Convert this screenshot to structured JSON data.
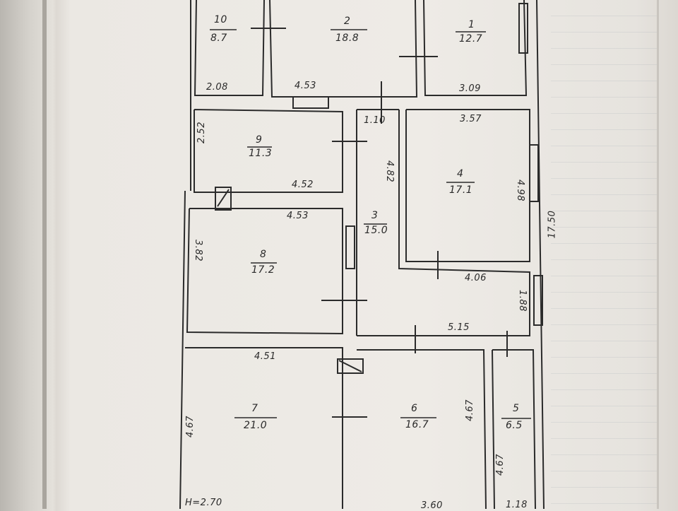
{
  "rooms": [
    {
      "number": "10",
      "area": "8.7"
    },
    {
      "number": "2",
      "area": "18.8"
    },
    {
      "number": "1",
      "area": "12.7"
    },
    {
      "number": "9",
      "area": "11.3"
    },
    {
      "number": "3",
      "area": "15.0"
    },
    {
      "number": "4",
      "area": "17.1"
    },
    {
      "number": "8",
      "area": "17.2"
    },
    {
      "number": "7",
      "area": "21.0"
    },
    {
      "number": "6",
      "area": "16.7"
    },
    {
      "number": "5",
      "area": "6.5"
    }
  ],
  "dimensions": {
    "room10_width": "2.08",
    "room2_width": "4.53",
    "room1_width": "3.09",
    "corridor_width": "1.10",
    "room4_width": "3.57",
    "room9_depth": "2.52",
    "room9_width": "4.52",
    "corridor_length": "4.82",
    "room4_depth": "4.98",
    "total_length": "17.50",
    "room8_width": "4.53",
    "room8_depth": "3.82",
    "room4_bottom": "4.06",
    "hall_depth": "1.88",
    "hall_width": "5.15",
    "room7_width": "4.51",
    "room7_depth": "4.67",
    "ceiling_height": "H=2.70",
    "room6_depth": "4.67",
    "room6_width": "3.60",
    "room5_depth": "4.67",
    "room5_width": "1.18"
  }
}
